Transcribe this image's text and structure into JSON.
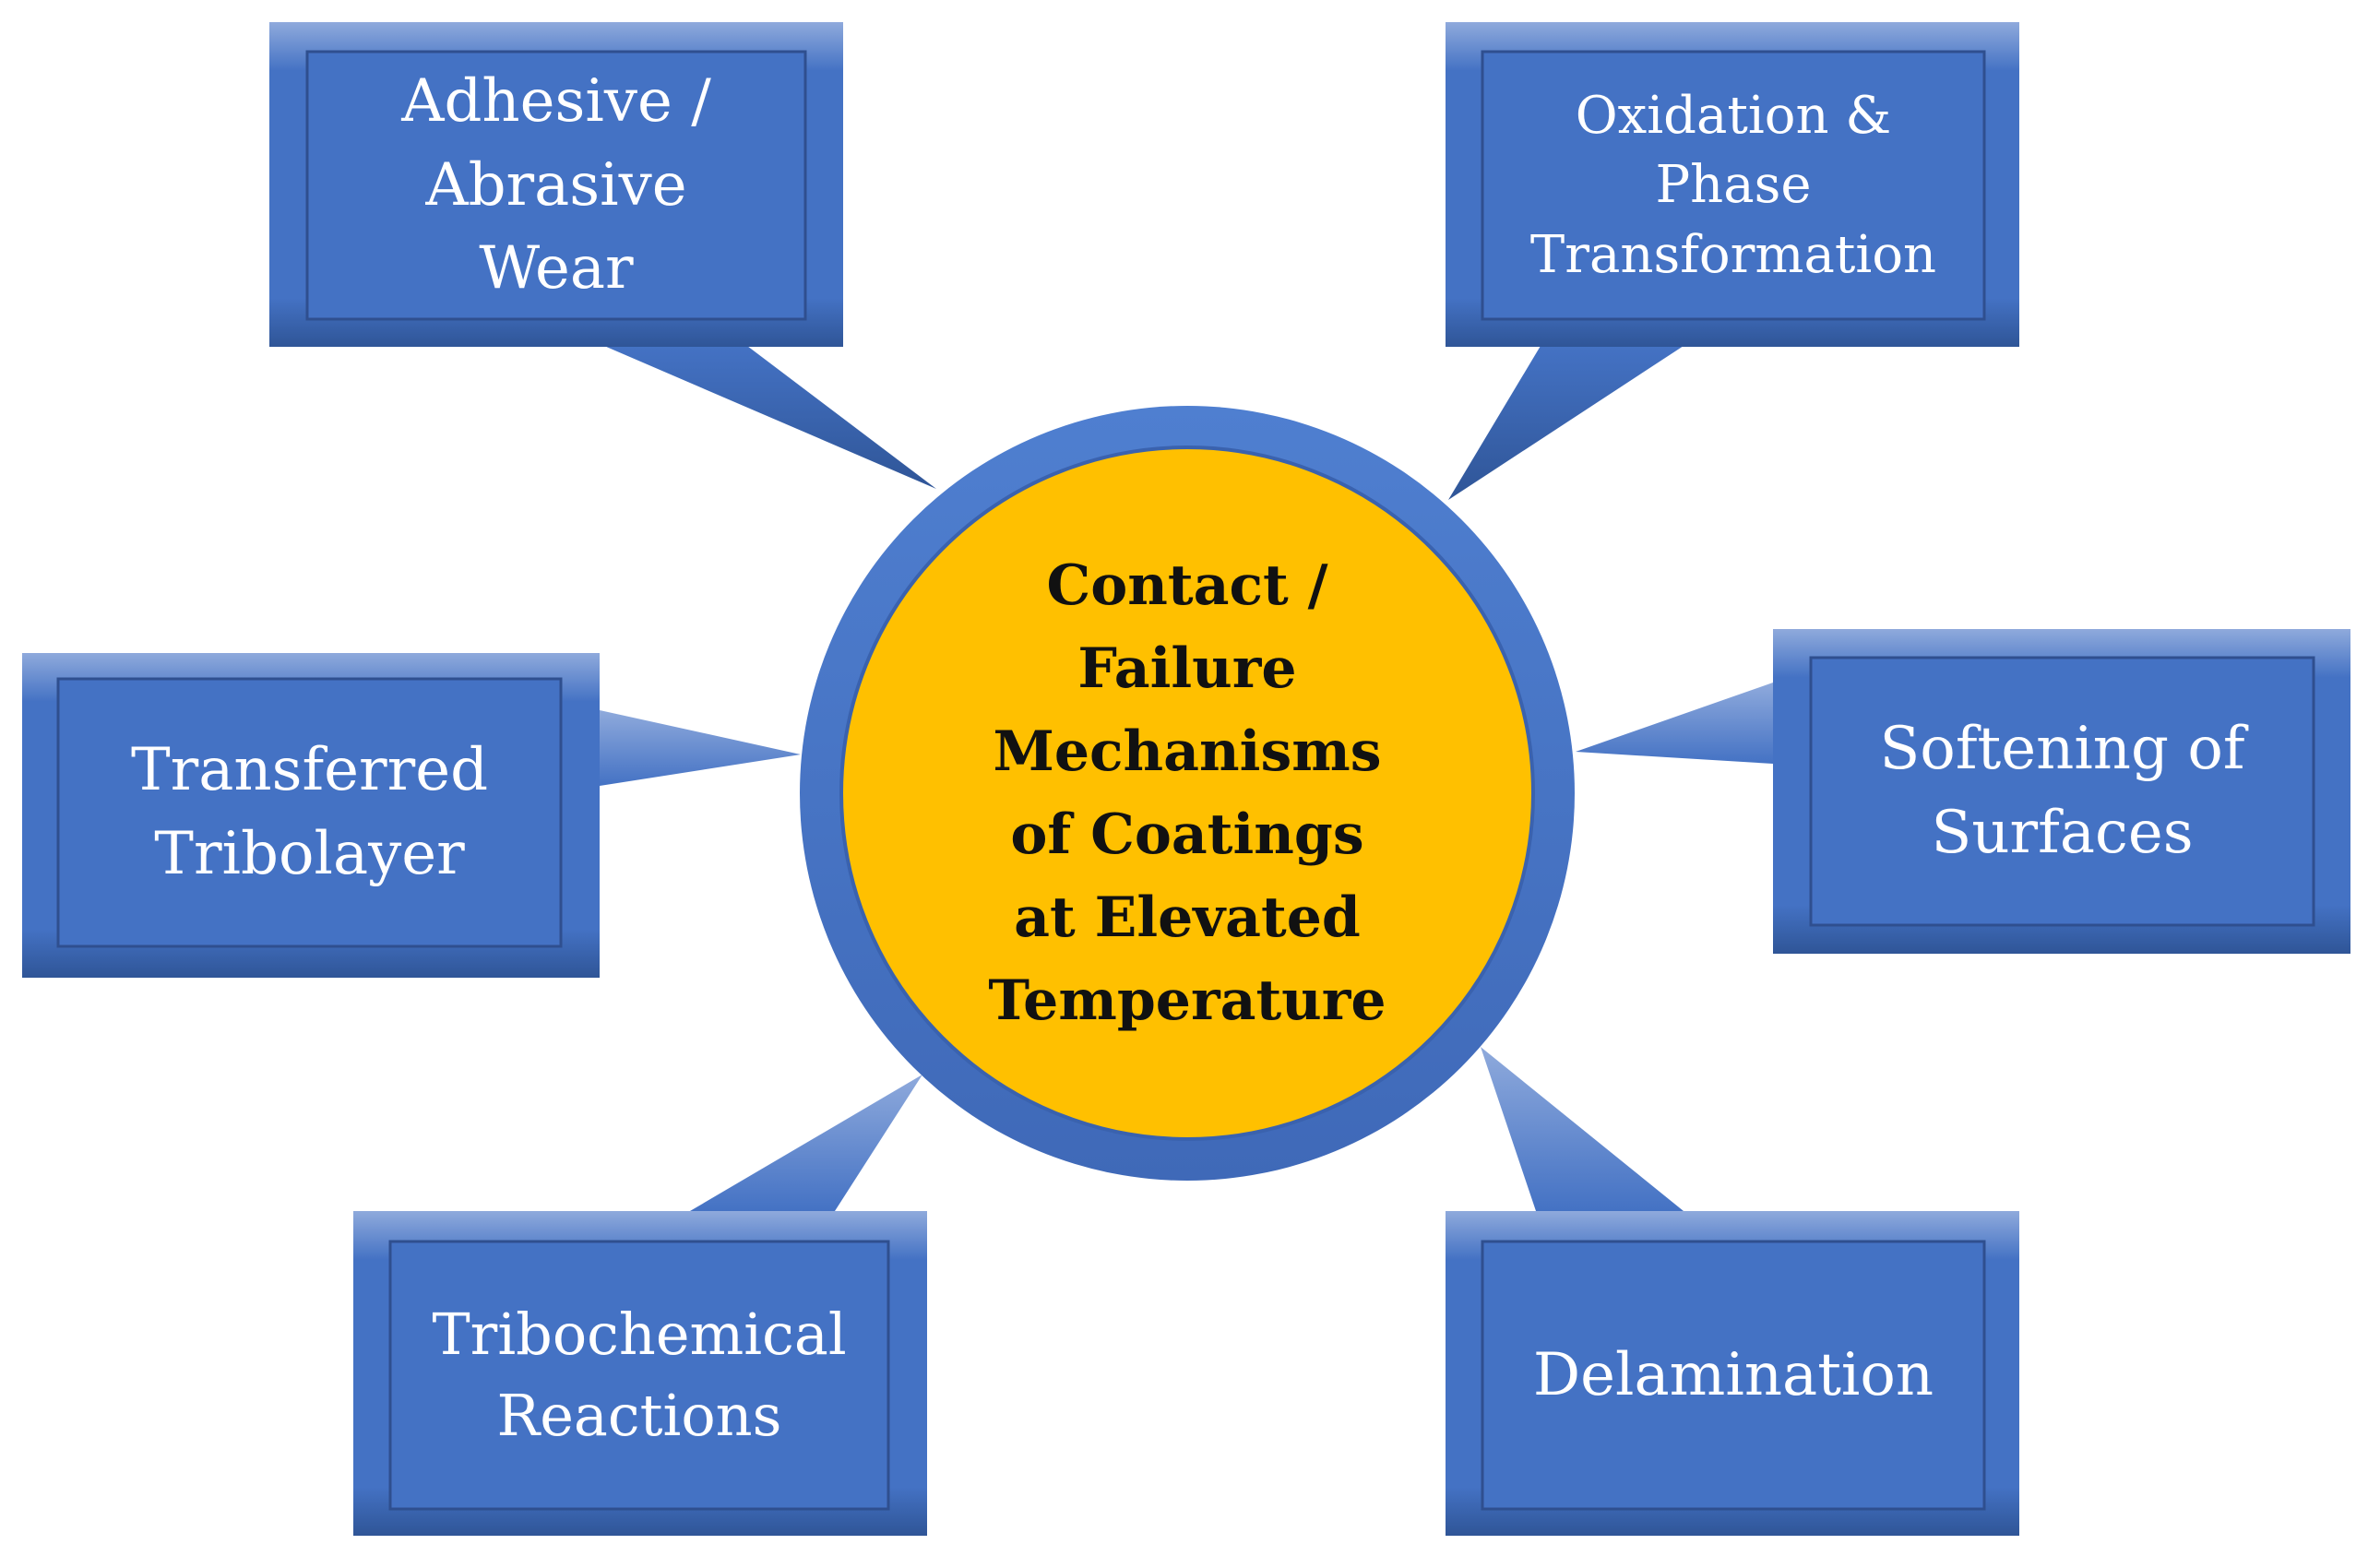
{
  "center": {
    "label": "Contact /\nFailure\nMechanisms\nof Coatings\nat Elevated\nTemperature"
  },
  "mechanisms": [
    {
      "id": "adhesive-abrasive-wear",
      "label": "Adhesive /\nAbrasive\nWear"
    },
    {
      "id": "oxidation-phase-transformation",
      "label": "Oxidation &\nPhase\nTransformation"
    },
    {
      "id": "transferred-tribolayer",
      "label": "Transferred\nTribolayer"
    },
    {
      "id": "softening-of-surfaces",
      "label": "Softening of\nSurfaces"
    },
    {
      "id": "tribochemical-reactions",
      "label": "Tribochemical\nReactions"
    },
    {
      "id": "delamination",
      "label": "Delamination"
    }
  ],
  "colors": {
    "box_fill": "#4472C4",
    "box_top": "#8FAADC",
    "box_bottom": "#2F5597",
    "box_inner_border": "#2F4F8F",
    "ring": "#4472C4",
    "center_fill": "#FFC000",
    "box_text": "#FFFFFF",
    "center_text": "#111111"
  }
}
